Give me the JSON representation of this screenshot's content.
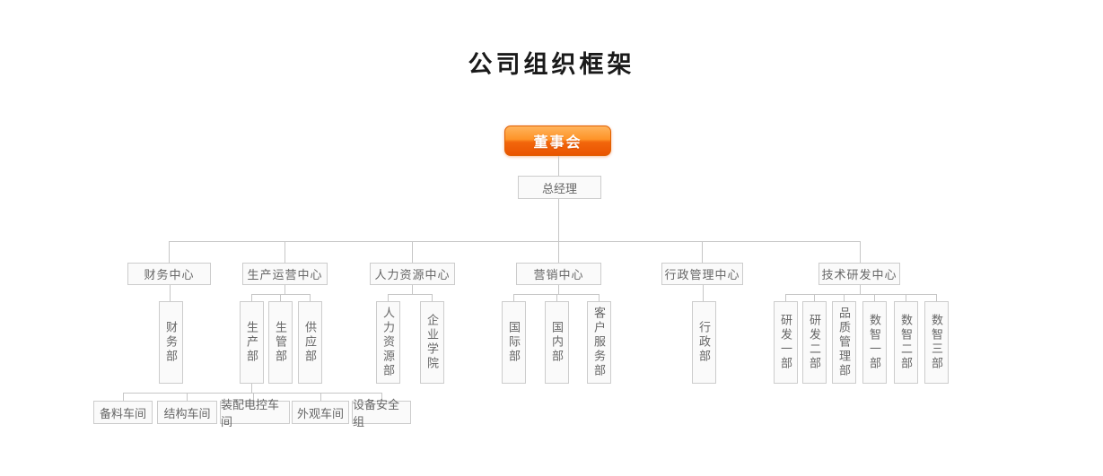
{
  "title": "公司组织框架",
  "org_chart": {
    "root": {
      "label": "董事会"
    },
    "general_manager": {
      "label": "总经理"
    },
    "centers": [
      {
        "label": "财务中心",
        "departments": [
          "财务部"
        ]
      },
      {
        "label": "生产运营中心",
        "departments": [
          "生产部",
          "生管部",
          "供应部"
        ]
      },
      {
        "label": "人力资源中心",
        "departments": [
          "人力资源部",
          "企业学院"
        ]
      },
      {
        "label": "营销中心",
        "departments": [
          "国际部",
          "国内部",
          "客户服务部"
        ]
      },
      {
        "label": "行政管理中心",
        "departments": [
          "行政部"
        ]
      },
      {
        "label": "技术研发中心",
        "departments": [
          "研发一部",
          "研发二部",
          "品质管理部",
          "数智一部",
          "数智二部",
          "数智三部"
        ]
      }
    ],
    "production_sub_units": {
      "parent": "生产部",
      "workshops": [
        "备料车间",
        "结构车间",
        "装配电控车间",
        "外观车间",
        "设备安全组"
      ]
    }
  },
  "colors": {
    "root_gradient_top": "#ffb35c",
    "root_gradient_bottom": "#ea5400",
    "root_border": "#e05f00",
    "root_text": "#ffffff",
    "node_background": "#fafafa",
    "node_border": "#cccccc",
    "node_text": "#666666",
    "connector": "#c6c6c6",
    "title_text": "#1a1a1a",
    "page_background": "#ffffff"
  }
}
